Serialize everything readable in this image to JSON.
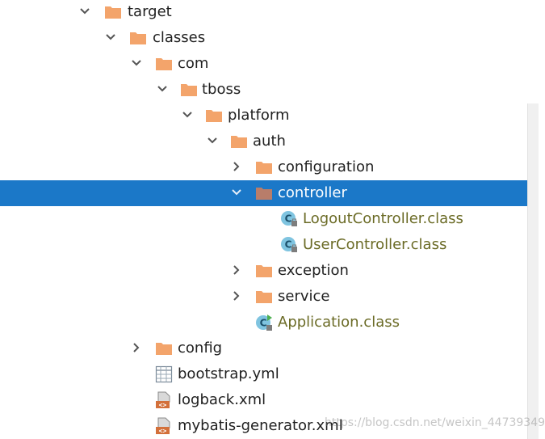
{
  "tree": {
    "target": "target",
    "classes": "classes",
    "com": "com",
    "tboss": "tboss",
    "platform": "platform",
    "auth": "auth",
    "configuration": "configuration",
    "controller": "controller",
    "logout_controller": "LogoutController.class",
    "user_controller": "UserController.class",
    "exception": "exception",
    "service": "service",
    "application": "Application.class",
    "config": "config",
    "bootstrap": "bootstrap.yml",
    "logback": "logback.xml",
    "mybatis_generator": "mybatis-generator.xml"
  },
  "selected_item": "controller",
  "icons": {
    "expanded_chevron": "chevron-down-icon",
    "collapsed_chevron": "chevron-right-icon",
    "folder": "folder-icon",
    "class_file": "java-class-icon",
    "main_class": "main-class-icon",
    "yml_file": "yml-file-icon",
    "xml_file": "xml-file-icon"
  },
  "colors": {
    "selection": "#1b78c8",
    "folder": "#f3a46b",
    "folder_selected": "#b87d6a",
    "class_text": "#6b6b26"
  },
  "watermark": "https://blog.csdn.net/weixin_44739349"
}
